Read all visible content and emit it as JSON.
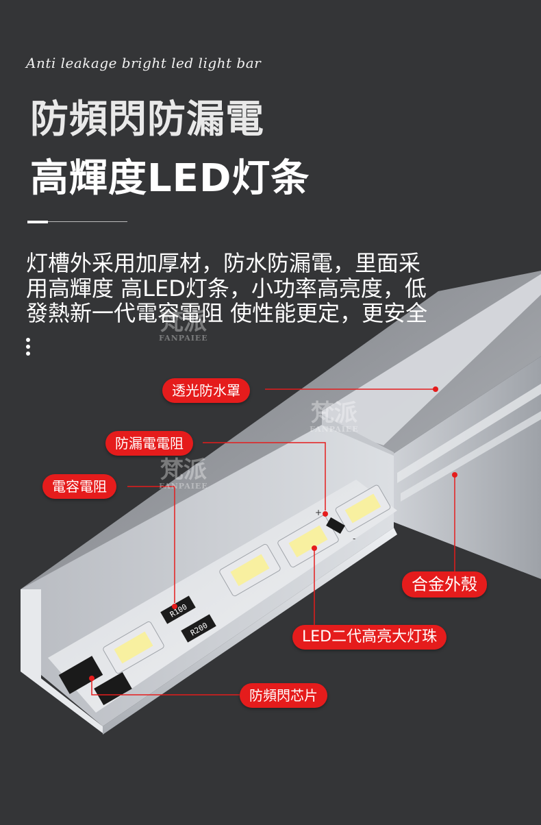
{
  "header": {
    "subtitle": "Anti leakage bright led light bar",
    "title_line1": "防頻閃防漏電",
    "title_line2": "高輝度LED灯条"
  },
  "description": {
    "line1": "灯槽外采用加厚材，防水防漏電，里面采",
    "line2": "用高輝度 高LED灯条，小功率高亮度，低",
    "line3": "發熱新一代電容電阻 使性能更定，更安全"
  },
  "callouts": {
    "cover": "透光防水罩",
    "leak_resistor": "防漏電電阻",
    "capacitor_resistor": "電容電阻",
    "shell": "合金外殼",
    "led_bead": "LED二代高亮大灯珠",
    "chip": "防頻閃芯片"
  },
  "components": {
    "resistor1": "R100",
    "resistor2": "R200",
    "polarity_plus": "+",
    "polarity_minus": "-"
  },
  "watermark": {
    "cn": "梵派",
    "en": "FANPAIEE"
  },
  "colors": {
    "background": "#343537",
    "label_red": "#e51c1c",
    "text_white": "#ffffff"
  }
}
